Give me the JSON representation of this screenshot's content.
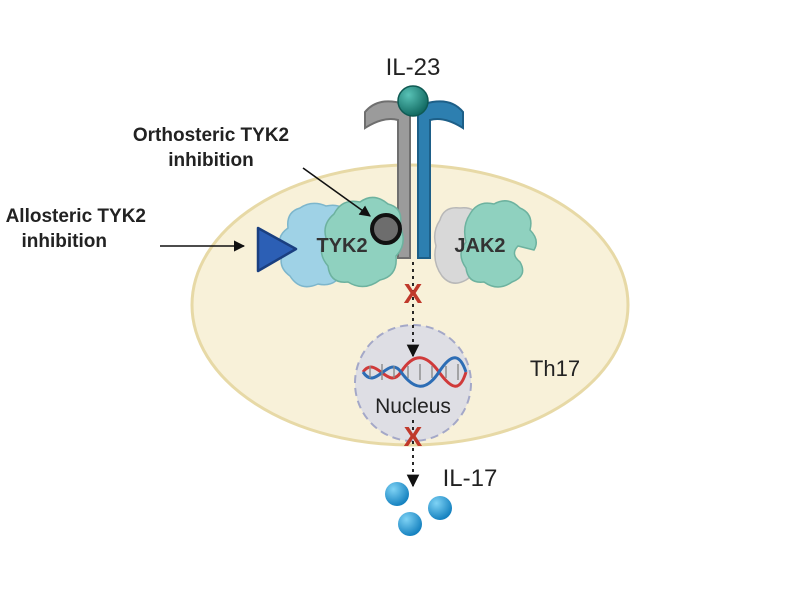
{
  "labels": {
    "cytokine": "IL-23",
    "orthosteric_line1": "Orthosteric TYK2",
    "orthosteric_line2": "inhibition",
    "allosteric_line1": "Allosteric TYK2",
    "allosteric_line2": "inhibition",
    "tyk2": "TYK2",
    "jak2": "JAK2",
    "nucleus": "Nucleus",
    "cell_type": "Th17",
    "output_cytokine": "IL-17",
    "block_mark": "X"
  },
  "colors": {
    "cell_fill": "#f8f1d9",
    "cell_stroke": "#e7d9a6",
    "nucleus_fill": "#dedee4",
    "nucleus_stroke": "#a4a8c8",
    "il23": "#1f8a80",
    "receptor_grey": "#9b9b9b",
    "receptor_blue": "#2d7fb0",
    "tyk2_blue": "#9fd2e6",
    "kinase_green": "#8fd1bf",
    "jak2_grey": "#d8d8d8",
    "allosteric_triangle": "#2c5fb5",
    "block_x": "#c0392b",
    "il17": "#1d93cc",
    "dna_red": "#d03a3a",
    "dna_blue": "#2d6db5"
  },
  "icons": [
    "inhibitor-triangle-icon",
    "inhibitor-ball-icon",
    "block-x-icon",
    "dna-helix-icon",
    "il17-molecule-icon"
  ]
}
